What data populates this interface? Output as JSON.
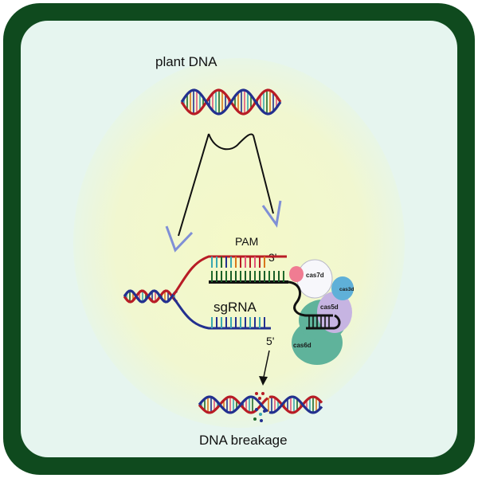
{
  "labels": {
    "plant_dna": "plant DNA",
    "pam": "PAM",
    "three_prime": "3'",
    "five_prime": "5'",
    "sgrna": "sgRNA",
    "dna_breakage": "DNA breakage"
  },
  "proteins": {
    "cas7d": "cas7d",
    "cas3d": "cas3d",
    "cas5d": "cas5d",
    "cas6d": "cas6d"
  },
  "colors": {
    "frame": "#0f4a1e",
    "panel": "#e6f5ef",
    "halo": "#f2f7cf",
    "strand_red": "#b81c25",
    "strand_blue": "#23308f",
    "rung_teal": "#3aa7b0",
    "rung_green": "#1f6b2c",
    "rung_orange": "#d9761c",
    "rung_pink": "#e3557a",
    "arrow_blue": "#7f8fd6",
    "cas7d": "#f7f7fb",
    "cas3d": "#5fb0d8",
    "cas5d": "#c6b4e2",
    "cas6d": "#5fb39b",
    "pink_blob": "#f07c92"
  }
}
